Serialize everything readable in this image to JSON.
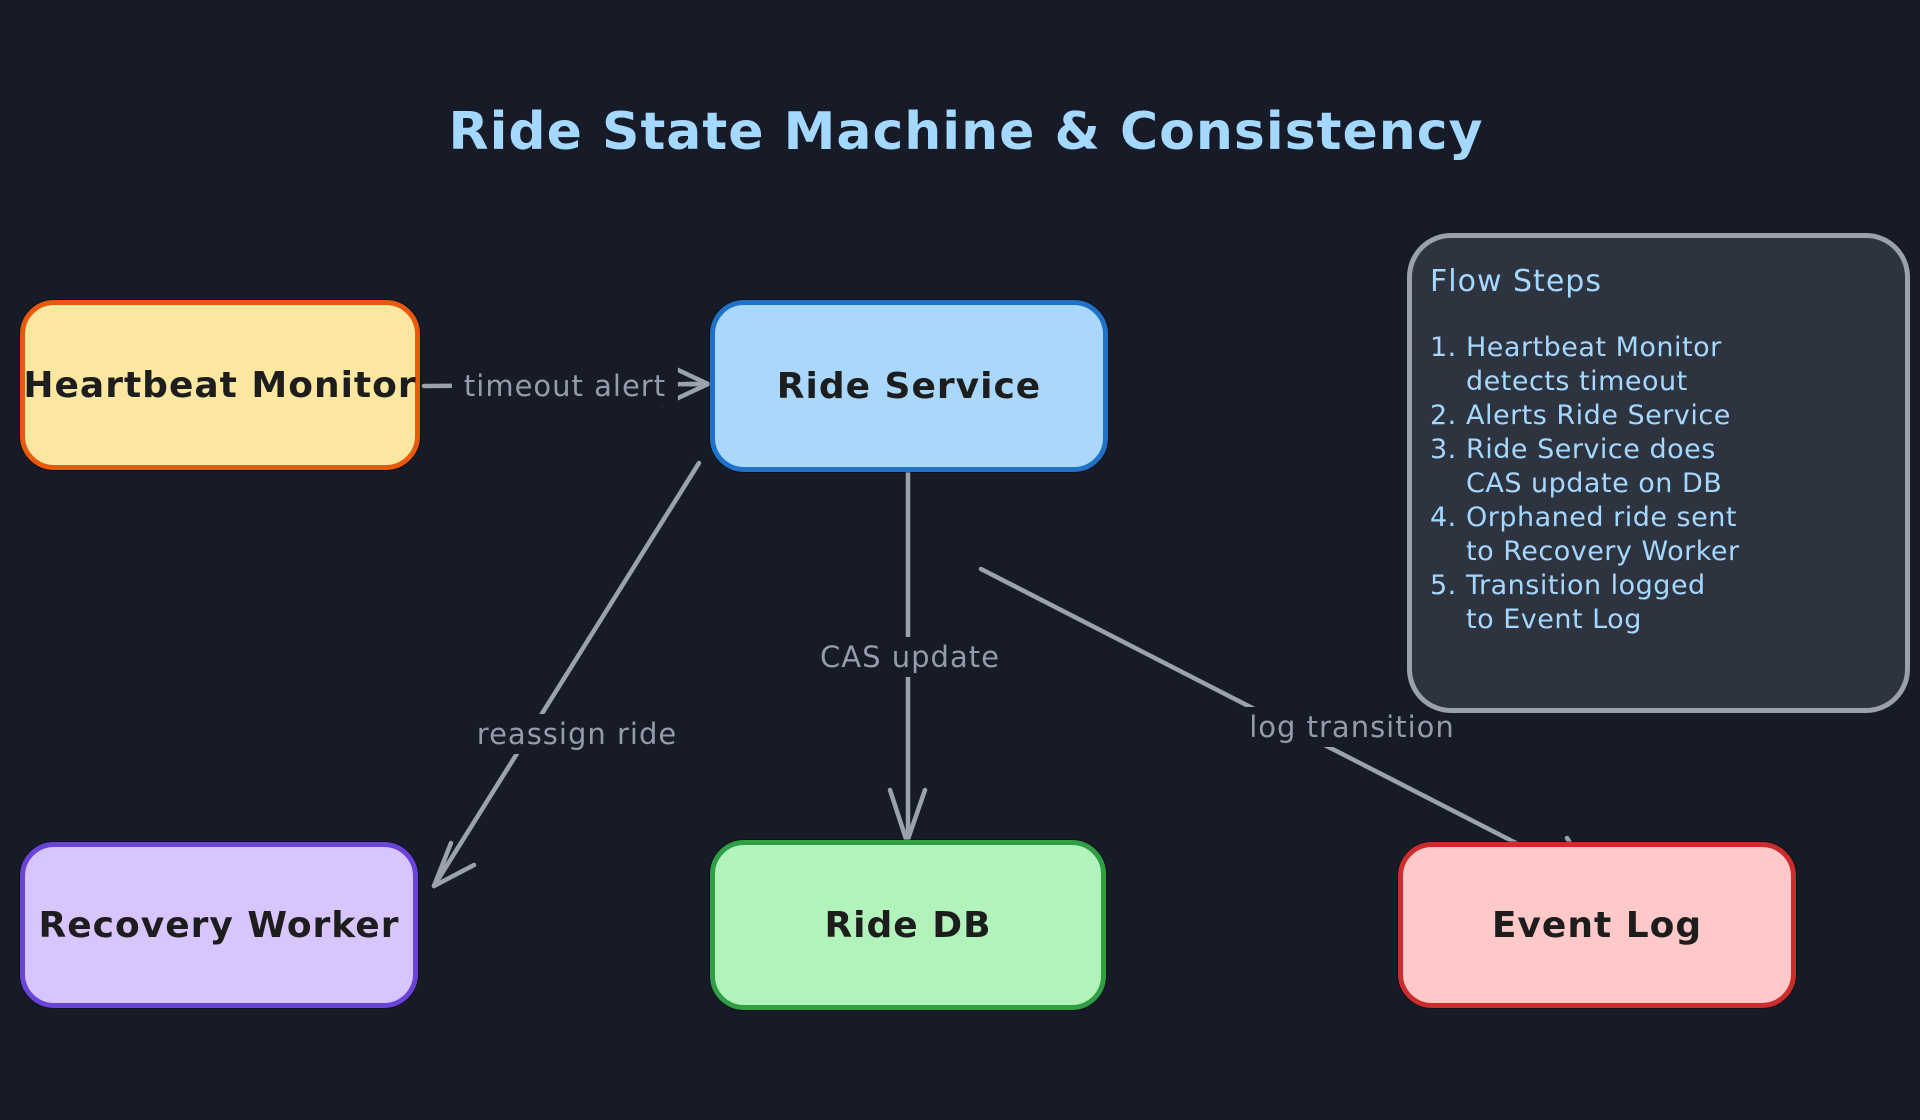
{
  "title": "Ride State Machine & Consistency",
  "colors": {
    "background": "#171a27",
    "title_text": "#a5d8ff",
    "edge_stroke": "#9aa2ad",
    "edge_label_text": "#939ca9",
    "panel_fill": "#2e3340",
    "panel_border": "#99a1ad",
    "panel_text": "#a5d8ff",
    "node_text": "#1d1d1d"
  },
  "nodes": {
    "heartbeat": {
      "label": "Heartbeat Monitor",
      "fill": "#fbe7a0",
      "border": "#e8590c"
    },
    "ride_service": {
      "label": "Ride Service",
      "fill": "#a9d8fc",
      "border": "#1f72c5"
    },
    "recovery_worker": {
      "label": "Recovery Worker",
      "fill": "#d9c5fe",
      "border": "#6a43d9"
    },
    "ride_db": {
      "label": "Ride DB",
      "fill": "#b2f2bb",
      "border": "#2f9e44"
    },
    "event_log": {
      "label": "Event Log",
      "fill": "#ffc9c9",
      "border": "#cb2c2c"
    }
  },
  "edges": {
    "timeout_alert": {
      "label": "timeout alert",
      "from": "heartbeat",
      "to": "ride_service"
    },
    "cas_update": {
      "label": "CAS update",
      "from": "ride_service",
      "to": "ride_db"
    },
    "reassign_ride": {
      "label": "reassign ride",
      "from": "ride_service",
      "to": "recovery_worker"
    },
    "log_transition": {
      "label": "log transition",
      "from": "ride_service",
      "to": "event_log"
    }
  },
  "panel": {
    "title": "Flow Steps",
    "steps": [
      {
        "num": "1.",
        "text": "Heartbeat Monitor"
      },
      {
        "num": "",
        "text": "detects timeout"
      },
      {
        "num": "2.",
        "text": "Alerts Ride Service"
      },
      {
        "num": "3.",
        "text": "Ride Service does"
      },
      {
        "num": "",
        "text": "CAS update on DB"
      },
      {
        "num": "4.",
        "text": "Orphaned ride sent"
      },
      {
        "num": "",
        "text": "to Recovery Worker"
      },
      {
        "num": "5.",
        "text": "Transition logged"
      },
      {
        "num": "",
        "text": "to Event Log"
      }
    ]
  }
}
